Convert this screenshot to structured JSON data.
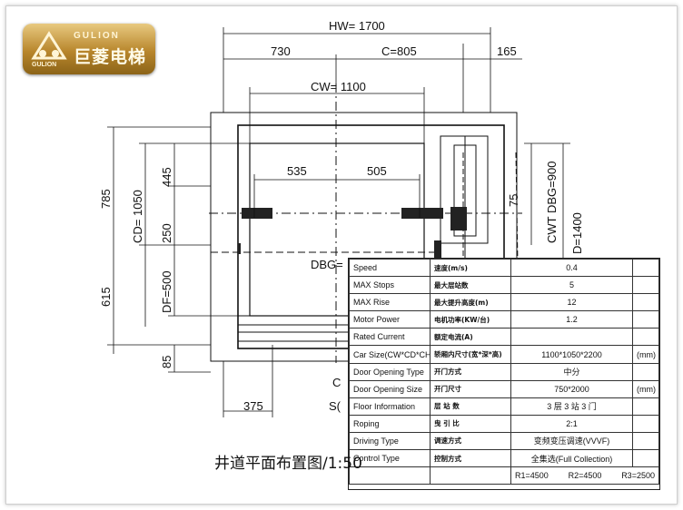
{
  "logo": {
    "brand_en": "GULION",
    "brand_cn": "巨菱电梯",
    "brand_small": "GULION",
    "accent": "#b8862c"
  },
  "dimensions": {
    "hw": "HW= 1700",
    "d730": "730",
    "c805": "C=805",
    "d165": "165",
    "cw": "CW= 1100",
    "d535": "535",
    "d505": "505",
    "d75": "75",
    "cwt_dbg": "CWT DBG=900",
    "d1400": "D=1400",
    "d785": "785",
    "cd": "CD= 1050",
    "d445": "445",
    "d250": "250",
    "df": "DF=500",
    "d615": "615",
    "d85": "85",
    "dbg": "DBG=",
    "d375": "375",
    "c_partial": "C",
    "s_partial": "S("
  },
  "caption": "井道平面布置图/1:50",
  "spec_table": [
    {
      "en": "Speed",
      "cn": "速度(m/s)",
      "value": "0.4",
      "unit": ""
    },
    {
      "en": "MAX Stops",
      "cn": "最大层站数",
      "value": "5",
      "unit": ""
    },
    {
      "en": "MAX Rise",
      "cn": "最大提升高度(m)",
      "value": "12",
      "unit": ""
    },
    {
      "en": "Motor Power",
      "cn": "电机功率(KW/台)",
      "value": "1.2",
      "unit": ""
    },
    {
      "en": "Rated Current",
      "cn": "额定电流(A)",
      "value": "",
      "unit": ""
    },
    {
      "en": "Car Size(CW*CD*CH)",
      "cn": "轿厢内尺寸(宽*深*高)",
      "value": "1100*1050*2200",
      "unit": "(mm)"
    },
    {
      "en": "Door Opening Type",
      "cn": "开门方式",
      "value": "中分",
      "unit": ""
    },
    {
      "en": "Door Opening Size",
      "cn": "开门尺寸",
      "value": "750*2000",
      "unit": "(mm)"
    },
    {
      "en": "Floor Information",
      "cn": "层 站 数",
      "value": "3 层 3 站 3 门",
      "unit": ""
    },
    {
      "en": "Roping",
      "cn": "曳 引 比",
      "value": "2:1",
      "unit": ""
    },
    {
      "en": "Driving Type",
      "cn": "调速方式",
      "value": "变频变压调速(VVVF)",
      "unit": ""
    },
    {
      "en": "Control Type",
      "cn": "控制方式",
      "value": "全集选(Full Collection)",
      "unit": ""
    }
  ],
  "reactions": {
    "r1": "R1=4500",
    "r2": "R2=4500",
    "r3": "R3=2500"
  }
}
